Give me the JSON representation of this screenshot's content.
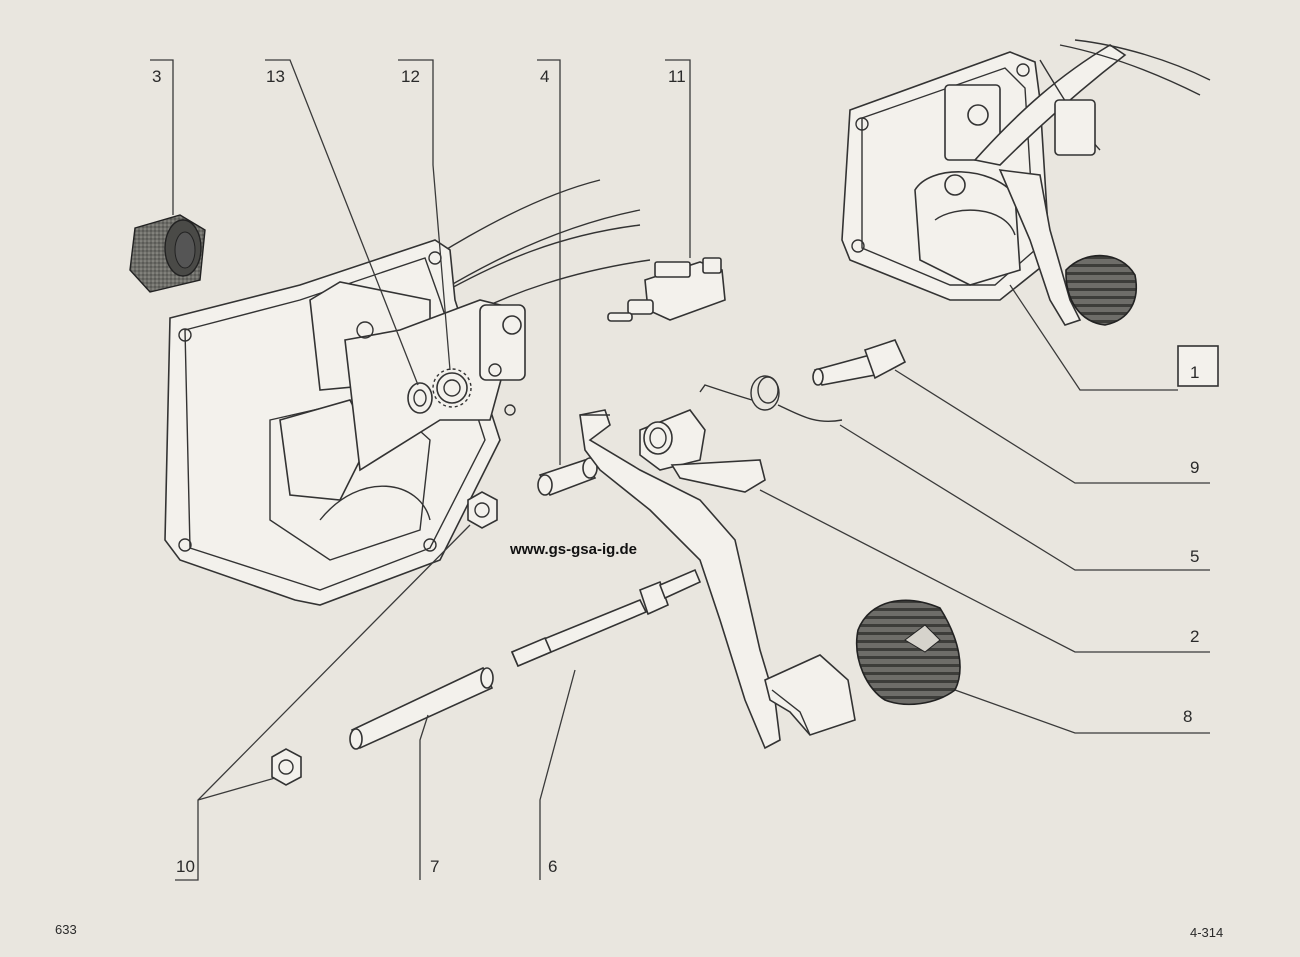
{
  "labels": {
    "p1": "1",
    "p2": "2",
    "p3": "3",
    "p4": "4",
    "p5": "5",
    "p6": "6",
    "p7": "7",
    "p8": "8",
    "p9": "9",
    "p10": "10",
    "p11": "11",
    "p12": "12",
    "p13": "13"
  },
  "watermark": "www.gs-gsa-ig.de",
  "page_left": "633",
  "page_right": "4-314"
}
